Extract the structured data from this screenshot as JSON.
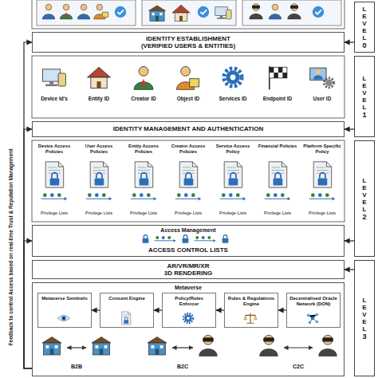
{
  "diagram": {
    "nodes": [
      {
        "text": [
          "IDENTITY ESTABLISHMENT",
          "(VERIFIED USERS & ENTITIES)"
        ]
      },
      {
        "text": [
          "IDENTITY MANAGEMENT AND AUTHENTICATION"
        ]
      },
      {
        "text": [
          "Access Management",
          "ACCESS CONTROL LISTS"
        ]
      },
      {
        "text": [
          "AR/VR/MR/XR",
          "3D RENDERING"
        ]
      },
      {
        "text": [
          "Metaverse"
        ]
      },
      {
        "text": [
          "Metaverse Sentinels"
        ],
        "in": 4
      },
      {
        "text": [
          "Consent Engine"
        ],
        "in": 4
      },
      {
        "text": [
          "Policy/Rules Enforcer"
        ],
        "in": 4
      },
      {
        "text": [
          "Rules & Regulations Engine"
        ],
        "in": 4
      },
      {
        "text": [
          "Decentralised Oracle Network (DON)"
        ],
        "in": 4
      },
      {
        "text": [
          "LEVEL",
          "0"
        ]
      },
      {
        "text": [
          "LEVEL",
          "1"
        ]
      },
      {
        "text": [
          "LEVEL",
          "2"
        ]
      },
      {
        "text": [
          "LEVEL",
          "3"
        ]
      }
    ],
    "edges": [
      {
        "from": 6,
        "to": 5,
        "arrow": "to"
      },
      {
        "from": 7,
        "to": 6,
        "arrow": "to"
      },
      {
        "from": 8,
        "to": 7,
        "arrow": "to"
      },
      {
        "from": 9,
        "to": 8,
        "arrow": "to"
      },
      {
        "from": 4,
        "to": 0,
        "arrow": "to"
      },
      {
        "from": 4,
        "to": 1,
        "arrow": "to"
      },
      {
        "from": 4,
        "to": 2,
        "arrow": "to"
      },
      {
        "from": 10,
        "to": 0,
        "arrow": "to"
      },
      {
        "from": 11,
        "to": 1,
        "arrow": "to"
      },
      {
        "from": 12,
        "to": 2,
        "arrow": "to"
      },
      {
        "from": 13,
        "to": 3,
        "arrow": "to"
      }
    ],
    "labels": [
      "Device Id's",
      "Entity ID",
      "Creator ID",
      "Object ID",
      "Services ID",
      "Endpoint ID",
      "User ID",
      "Device Access Policies",
      "User Access Policies",
      "Entity Access Policies",
      "Creator Access Policies",
      "Service Access Policy",
      "Financial Policies",
      "Platform Specific Policy",
      "Privilege Lists",
      "Privilege Lists",
      "Privilege Lists",
      "Privilege Lists",
      "Privilege Lists",
      "Privilege Lists",
      "Privilege Lists",
      "B2B",
      "B2C",
      "C2C",
      "Feedback to control Access based on real-time Trust & Reputation Management"
    ]
  }
}
